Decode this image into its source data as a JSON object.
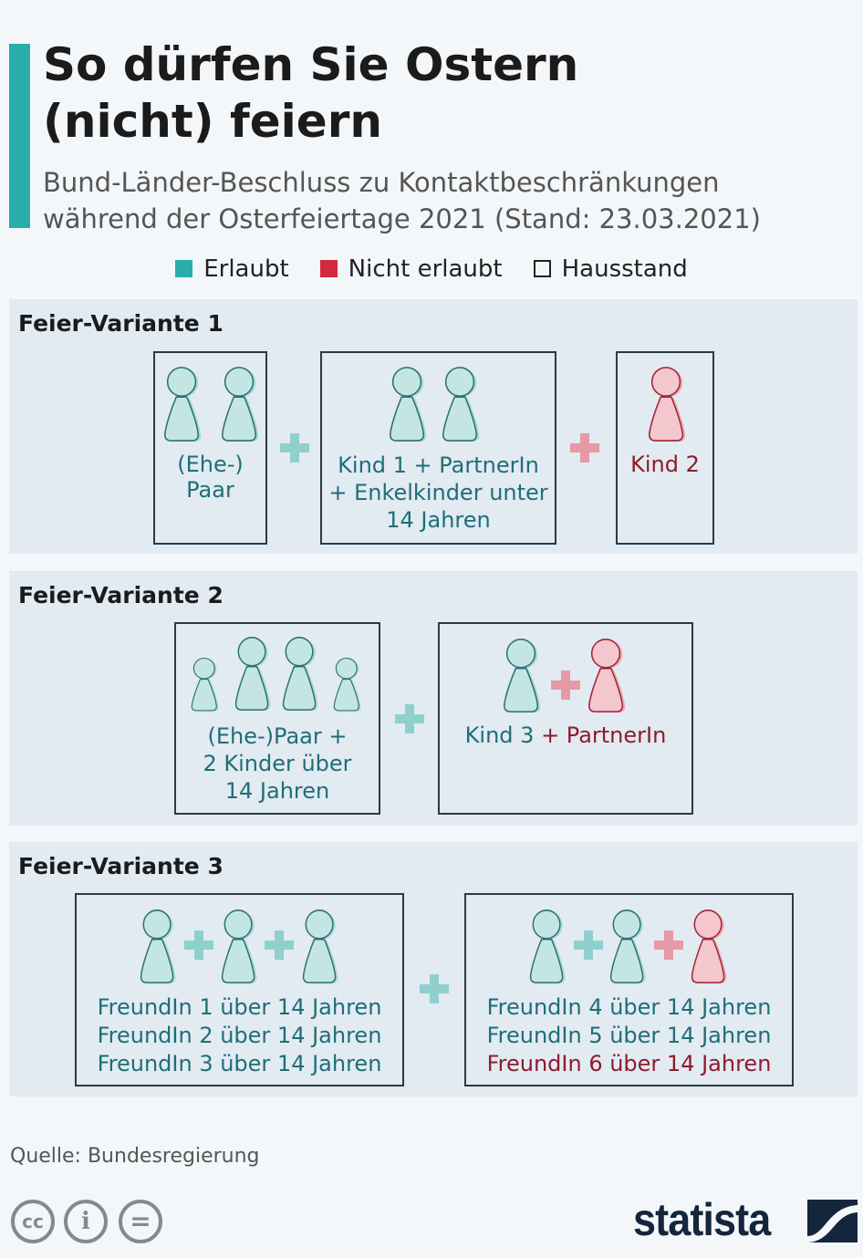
{
  "header": {
    "title_line1": "So dürfen Sie Ostern",
    "title_line2": "(nicht) feiern",
    "subtitle_line1": "Bund-Länder-Beschluss zu Kontaktbeschränkungen",
    "subtitle_line2": "während der Osterfeiertage 2021 (Stand: 23.03.2021)"
  },
  "legend": {
    "allowed": "Erlaubt",
    "not_allowed": "Nicht erlaubt",
    "household": "Hausstand"
  },
  "colors": {
    "accent": "#2aacac",
    "allowed": "#2aacac",
    "not_allowed": "#d4283c",
    "figure_teal": "#c3e6e5",
    "figure_red": "#f4c6cd"
  },
  "variants": [
    {
      "title": "Feier-Variante 1",
      "box1": [
        "(Ehe-)",
        "Paar"
      ],
      "box2": [
        "Kind 1 + PartnerIn",
        "+ Enkelkinder unter",
        "14 Jahren"
      ],
      "box3": [
        "Kind 2"
      ]
    },
    {
      "title": "Feier-Variante 2",
      "box1": [
        "(Ehe-)Paar +",
        "2 Kinder über",
        "14 Jahren"
      ],
      "box2_a": "Kind 3",
      "box2_b": "+ PartnerIn"
    },
    {
      "title": "Feier-Variante 3",
      "box1": [
        "FreundIn 1 über 14 Jahren",
        "FreundIn 2 über 14 Jahren",
        "FreundIn 3 über 14 Jahren"
      ],
      "box2": [
        "FreundIn 4 über 14 Jahren",
        "FreundIn 5 über 14 Jahren",
        "FreundIn 6 über 14 Jahren"
      ]
    }
  ],
  "footer": {
    "source": "Quelle: Bundesregierung",
    "logo": "statista",
    "cc": "cc",
    "by": "i",
    "nd": "="
  }
}
